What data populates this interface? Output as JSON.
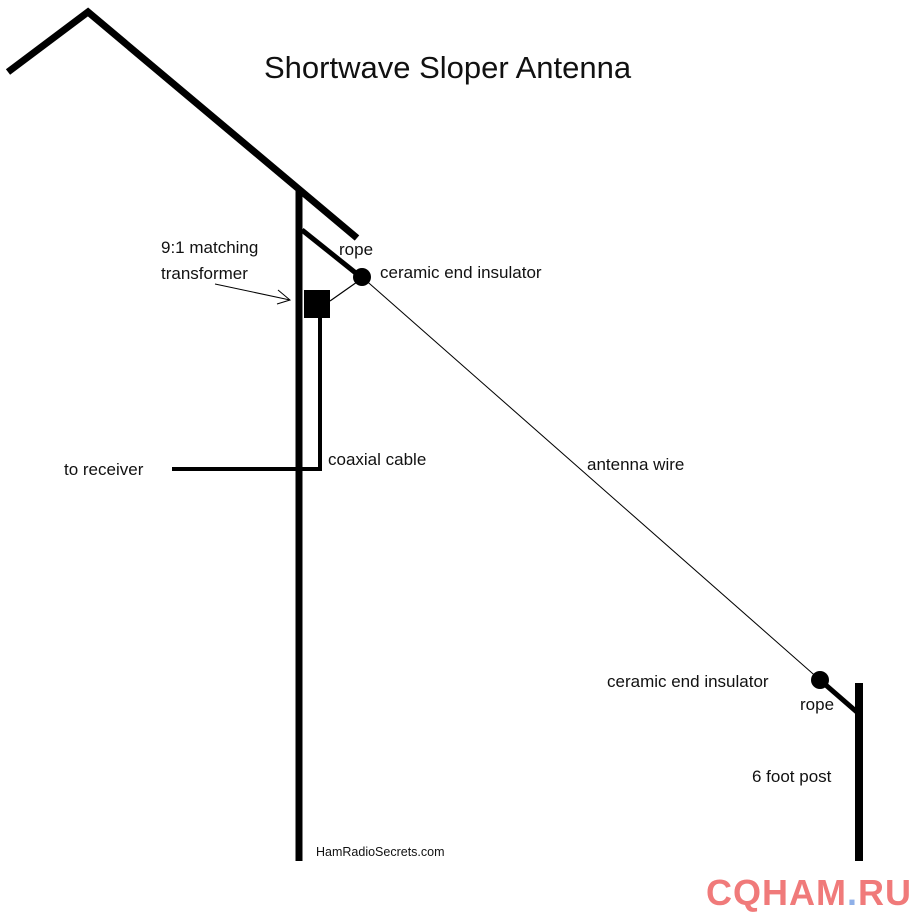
{
  "title": "Shortwave Sloper Antenna",
  "labels": {
    "transformer_line1": "9:1 matching",
    "transformer_line2": "transformer",
    "rope_top": "rope",
    "insulator_top": "ceramic end insulator",
    "to_receiver": "to receiver",
    "coax": "coaxial cable",
    "antenna_wire": "antenna wire",
    "insulator_bottom": "ceramic end insulator",
    "rope_bottom": "rope",
    "post": "6 foot post"
  },
  "credit": "HamRadioSecrets.com",
  "watermark": {
    "main": "CQHAM",
    "dot": ".",
    "tld": "RU"
  }
}
